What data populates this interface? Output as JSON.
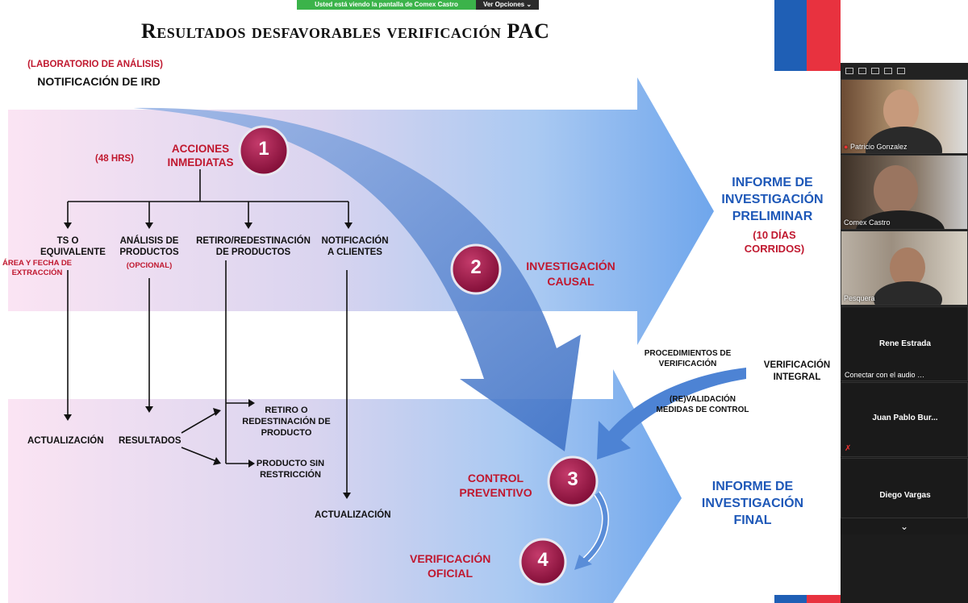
{
  "share_bar": {
    "viewing_text": "Usted está viendo la pantalla de Comex Castro",
    "options_label": "Ver Opciones",
    "options_icon": "chevron-down-icon"
  },
  "slide": {
    "title": "Resultados desfavorables verificación PAC",
    "lab_label": "(LABORATORIO DE ANÁLISIS)",
    "notification": "NOTIFICACIÓN DE IRD",
    "hours": "(48 HRS)",
    "immediate_actions": "ACCIONES INMEDIATAS",
    "step1": "1",
    "step2": "2",
    "step3": "3",
    "step4": "4",
    "branches": [
      {
        "title": "TS O EQUIVALENTE",
        "note": "ÁREA Y FECHA DE EXTRACCIÓN"
      },
      {
        "title": "ANÁLISIS DE PRODUCTOS",
        "note": "(OPCIONAL)"
      },
      {
        "title": "RETIRO/REDESTINACIÓN DE PRODUCTOS",
        "note": ""
      },
      {
        "title": "NOTIFICACIÓN A CLIENTES",
        "note": ""
      }
    ],
    "causal_investigation": "INVESTIGACIÓN CAUSAL",
    "preliminary_report": "INFORME DE INVESTIGACIÓN PRELIMINAR",
    "preliminary_days": "(10 DÍAS CORRIDOS)",
    "verification_procedures": "PROCEDIMIENTOS DE VERIFICACIÓN",
    "integral_verification": "VERIFICACIÓN INTEGRAL",
    "revalidation": "(RE)VALIDACIÓN MEDIDAS DE CONTROL",
    "update1": "ACTUALIZACIÓN",
    "results": "RESULTADOS",
    "withdrawal": "RETIRO O REDESTINACIÓN DE PRODUCTO",
    "unrestricted": "PRODUCTO SIN RESTRICCIÓN",
    "update2": "ACTUALIZACIÓN",
    "preventive_control": "CONTROL PREVENTIVO",
    "final_report": "INFORME DE INVESTIGACIÓN FINAL",
    "official_verification": "VERIFICACIÓN OFICIAL"
  },
  "colors": {
    "flag_blue": "#1f5fb5",
    "flag_red": "#e8323f",
    "red_text": "#c0182f",
    "blue_text": "#1e58b8",
    "circle": "#8e0f3c",
    "arrow_blue": "#4f86d6"
  },
  "participants": [
    {
      "name": "Patricio Gonzalez",
      "muted": true
    },
    {
      "name": "Comex Castro",
      "muted": false
    },
    {
      "name": "Pesquera",
      "muted": false
    },
    {
      "name": "Rene Estrada",
      "status": "Conectar con el audio"
    },
    {
      "name": "Juan Pablo Bur...",
      "muted": true
    },
    {
      "name": "Diego Vargas"
    }
  ],
  "zoom_panel": {
    "expand_icon": "chevron-down-icon"
  }
}
